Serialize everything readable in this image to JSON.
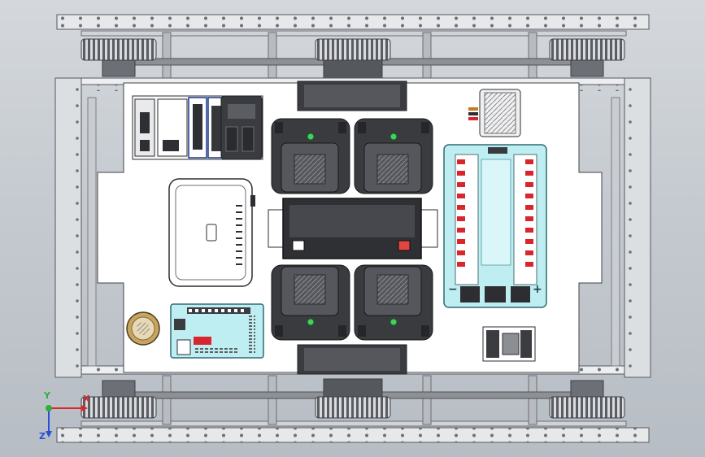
{
  "scene": {
    "background_top": "#d4d8dc",
    "background_bottom": "#b7bdc4",
    "plate_color": "#ffffff",
    "rail_color": "#e4e6e8",
    "metal_dark": "#4a4d52",
    "motor_body": "#3a3b3e",
    "led_green": "#3fd35a",
    "board_cyan": "#bfeef2",
    "fuse_red": "#d7262e",
    "battery_terminal_red": "#e0453f",
    "usb_label": "▯"
  },
  "axis_triad": {
    "x_label": "X",
    "y_label": "Y",
    "z_label": "Z",
    "x_color": "#d9262b",
    "y_color": "#2fae3a",
    "z_color": "#2a4fd6"
  },
  "power_board": {
    "minus_label": "−",
    "plus_label": "+"
  },
  "components": [
    {
      "name": "controller-module",
      "icon": "controller-icon"
    },
    {
      "name": "router",
      "icon": "router-icon"
    },
    {
      "name": "motor-driver",
      "icon": "motor-driver-icon"
    },
    {
      "name": "battery",
      "icon": "battery-icon"
    },
    {
      "name": "power-distribution-board",
      "icon": "fuse-board-icon"
    },
    {
      "name": "io-breakout-board",
      "icon": "pcb-icon"
    },
    {
      "name": "buzzer",
      "icon": "buzzer-icon"
    },
    {
      "name": "voltage-regulator",
      "icon": "heatsink-icon"
    },
    {
      "name": "relay-module",
      "icon": "relay-icon"
    }
  ]
}
